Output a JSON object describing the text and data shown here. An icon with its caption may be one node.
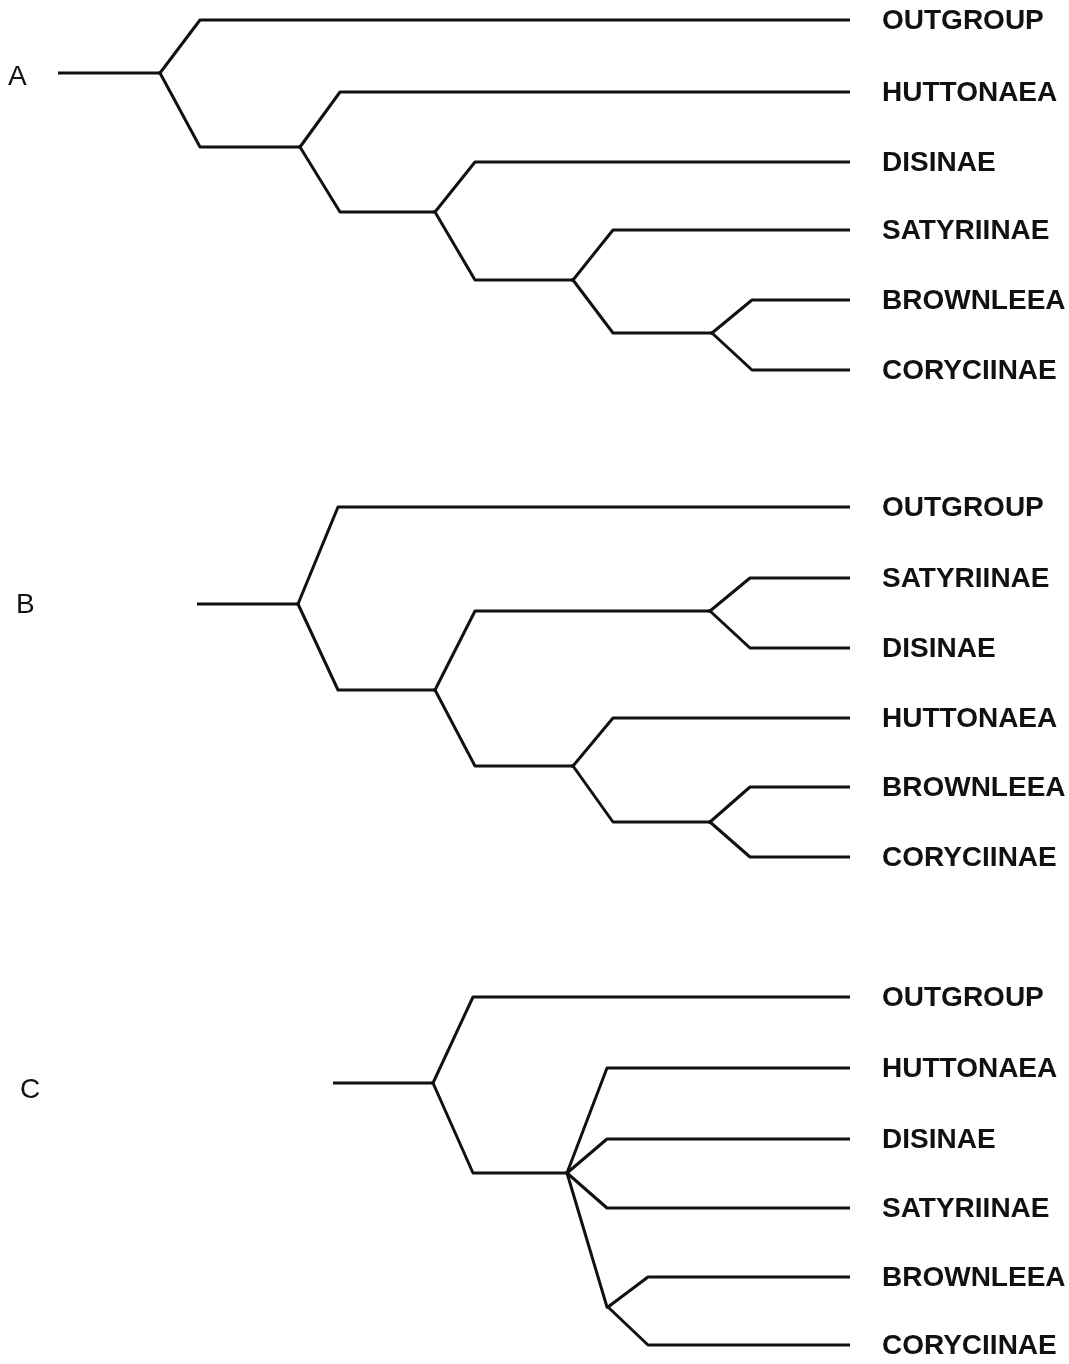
{
  "diagram": {
    "nodes": [
      {
        "text": [],
        "shape": "point"
      },
      {
        "text": [
          "OUTGROUP"
        ]
      },
      {
        "text": [],
        "shape": "point"
      },
      {
        "text": [
          "HUTTONAEA"
        ]
      },
      {
        "text": [],
        "shape": "point"
      },
      {
        "text": [
          "DISINAE"
        ]
      },
      {
        "text": [],
        "shape": "point"
      },
      {
        "text": [
          "SATYRIINAE"
        ]
      },
      {
        "text": [],
        "shape": "point"
      },
      {
        "text": [
          "BROWNLEEA"
        ]
      },
      {
        "text": [
          "CORYCIINAE"
        ]
      },
      {
        "text": [],
        "shape": "point"
      },
      {
        "text": [
          "OUTGROUP"
        ]
      },
      {
        "text": [],
        "shape": "point"
      },
      {
        "text": [],
        "shape": "point"
      },
      {
        "text": [
          "SATYRIINAE"
        ]
      },
      {
        "text": [
          "DISINAE"
        ]
      },
      {
        "text": [],
        "shape": "point"
      },
      {
        "text": [
          "HUTTONAEA"
        ]
      },
      {
        "text": [],
        "shape": "point"
      },
      {
        "text": [
          "BROWNLEEA"
        ]
      },
      {
        "text": [
          "CORYCIINAE"
        ]
      },
      {
        "text": [],
        "shape": "point"
      },
      {
        "text": [
          "OUTGROUP"
        ]
      },
      {
        "text": [],
        "shape": "point"
      },
      {
        "text": [
          "HUTTONAEA"
        ]
      },
      {
        "text": [
          "DISINAE"
        ]
      },
      {
        "text": [
          "SATYRIINAE"
        ]
      },
      {
        "text": [],
        "shape": "point"
      },
      {
        "text": [
          "BROWNLEEA"
        ]
      },
      {
        "text": [
          "CORYCIINAE"
        ]
      }
    ],
    "edges": [
      {
        "from": null,
        "to": 0,
        "arrow": "none"
      },
      {
        "from": 0,
        "to": 1,
        "arrow": "none"
      },
      {
        "from": 0,
        "to": 2,
        "arrow": "none"
      },
      {
        "from": 2,
        "to": 3,
        "arrow": "none"
      },
      {
        "from": 2,
        "to": 4,
        "arrow": "none"
      },
      {
        "from": 4,
        "to": 5,
        "arrow": "none"
      },
      {
        "from": 4,
        "to": 6,
        "arrow": "none"
      },
      {
        "from": 6,
        "to": 7,
        "arrow": "none"
      },
      {
        "from": 6,
        "to": 8,
        "arrow": "none"
      },
      {
        "from": 8,
        "to": 9,
        "arrow": "none"
      },
      {
        "from": 8,
        "to": 10,
        "arrow": "none"
      },
      {
        "from": null,
        "to": 11,
        "arrow": "none"
      },
      {
        "from": 11,
        "to": 12,
        "arrow": "none"
      },
      {
        "from": 11,
        "to": 13,
        "arrow": "none"
      },
      {
        "from": 13,
        "to": 14,
        "arrow": "none"
      },
      {
        "from": 14,
        "to": 15,
        "arrow": "none"
      },
      {
        "from": 14,
        "to": 16,
        "arrow": "none"
      },
      {
        "from": 13,
        "to": 17,
        "arrow": "none"
      },
      {
        "from": 17,
        "to": 18,
        "arrow": "none"
      },
      {
        "from": 17,
        "to": 19,
        "arrow": "none"
      },
      {
        "from": 19,
        "to": 20,
        "arrow": "none"
      },
      {
        "from": 19,
        "to": 21,
        "arrow": "none"
      },
      {
        "from": null,
        "to": 22,
        "arrow": "none"
      },
      {
        "from": 22,
        "to": 23,
        "arrow": "none"
      },
      {
        "from": 22,
        "to": 24,
        "arrow": "none"
      },
      {
        "from": 24,
        "to": 25,
        "arrow": "none"
      },
      {
        "from": 24,
        "to": 26,
        "arrow": "none"
      },
      {
        "from": 24,
        "to": 27,
        "arrow": "none"
      },
      {
        "from": 24,
        "to": 28,
        "arrow": "none"
      },
      {
        "from": 28,
        "to": 29,
        "arrow": "none"
      },
      {
        "from": 28,
        "to": 30,
        "arrow": "none"
      }
    ],
    "labels": [
      "A",
      "B",
      "C"
    ]
  }
}
